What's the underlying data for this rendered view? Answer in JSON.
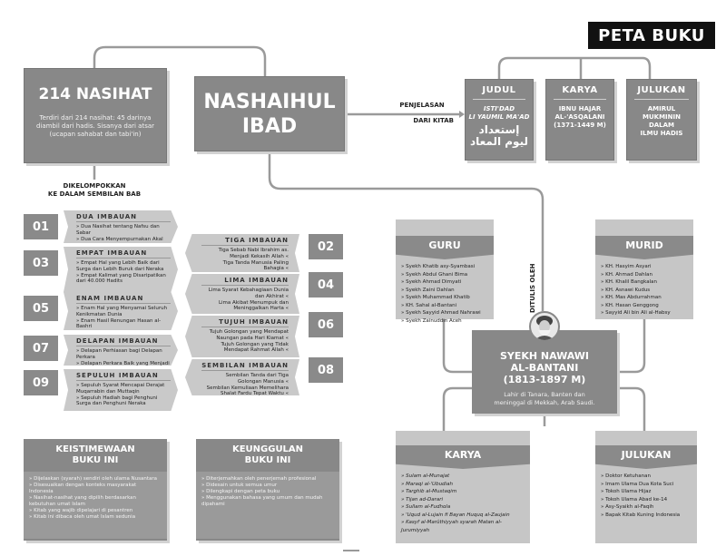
{
  "badge": "PETA BUKU",
  "main_214": {
    "title": "214 NASIHAT",
    "desc": "Terdiri dari 214 nasihat: 45 darinya diambil dari hadis. Sisanya dari atsar (ucapan sahabat dan tabi'in)"
  },
  "main_book": {
    "line1": "NASHAIHUL",
    "line2": "IBAD"
  },
  "penjelasan": {
    "line1": "PENJELASAN",
    "line2": "DARI KITAB"
  },
  "info_boxes": [
    {
      "title": "JUDUL",
      "sub1": "ISTI'DAD",
      "sub2": "LI YAUMIL MA'AD",
      "arabic": "إستعداد ليوم المعاد"
    },
    {
      "title": "KARYA",
      "sub1": "IBNU HAJAR",
      "sub2": "AL-'ASQALANI",
      "sub3": "(1371-1449 M)"
    },
    {
      "title": "JULUKAN",
      "sub1": "AMIRUL",
      "sub2": "MUKMININ",
      "sub3": "DALAM",
      "sub4": "ILMU HADIS"
    }
  ],
  "grouped": {
    "line1": "DIKELOMPOKKAN",
    "line2": "KE DALAM SEMBILAN BAB"
  },
  "chapters": [
    {
      "num": "01",
      "title": "DUA IMBAUAN",
      "items": [
        "» Dua Nasihat tentang Nafsu dan Sabar",
        "» Dua Cara Menyempurnakan Akal"
      ]
    },
    {
      "num": "02",
      "title": "TIGA IMBAUAN",
      "items": [
        "Tiga Sebab Nabi Ibrahim as. Menjadi Kekasih Allah «",
        "Tiga Tanda Manusia Paling Bahagia «"
      ]
    },
    {
      "num": "03",
      "title": "EMPAT IMBAUAN",
      "items": [
        "» Empat Hal yang Lebih Baik dari Surga dan Lebih Buruk dari Neraka",
        "» Empat Kalimat yang Disaripatikan dari 40.000 Hadits"
      ]
    },
    {
      "num": "04",
      "title": "LIMA IMBAUAN",
      "items": [
        "Lima Syarat Kebahagiaan Dunia dan Akhirat «",
        "Lima Akibat Menumpuk dan Meninggalkan Harta «"
      ]
    },
    {
      "num": "05",
      "title": "ENAM IMBAUAN",
      "items": [
        "» Enam Hal yang Menyamai Seluruh Kenikmatan Dunia",
        "» Enam Hasil Renungan Hasan al-Bashri"
      ]
    },
    {
      "num": "06",
      "title": "TUJUH IMBAUAN",
      "items": [
        "Tujuh Golongan yang Mendapat Naungan pada Hari Kiamat «",
        "Tujuh Golongan yang Tidak Mendapat Rahmat Allah «"
      ]
    },
    {
      "num": "07",
      "title": "DELAPAN IMBAUAN",
      "items": [
        "» Delapan Perhiasan bagi Delapan Perkara",
        "» Delapan Perkara Baik yang Menjadi Sia-sia"
      ]
    },
    {
      "num": "08",
      "title": "SEMBILAN IMBAUAN",
      "items": [
        "Sembilan Tanda dari Tiga Golongan Manusia «",
        "Sembilan Kemuliaan Memelihara Shalat Fardu Tepat Waktu «"
      ]
    },
    {
      "num": "09",
      "title": "SEPULUH IMBAUAN",
      "items": [
        "» Sepuluh Syarat Mencapai Derajat Muqarrabin dan Muttaqin",
        "» Sepuluh Hadiah bagi Penghuni Surga dan Penghuni Neraka"
      ]
    }
  ],
  "keistimewaan": {
    "title1": "KEISTIMEWAAN",
    "title2": "BUKU INI",
    "items": [
      "» Dijelaskan (syarah) sendiri oleh ulama Nusantara",
      "» Disesuaikan dengan konteks masyarakat Indonesia",
      "» Nasihat-nasihat yang dipilih berdasarkan kebutuhan umat Islam",
      "» Kitab yang wajib dipelajari di pesantren",
      "» Kitab ini dibaca oleh umat Islam sedunia"
    ]
  },
  "keunggulan": {
    "title1": "KEUNGGULAN",
    "title2": "BUKU INI",
    "items": [
      "» Diterjemahkan oleh penerjemah profesional",
      "» Didesain untuk semua umur",
      "» Dilengkapi dengan peta buku",
      "» Menggunakan bahasa yang umum dan mudah dipahami"
    ]
  },
  "guru": {
    "title": "GURU",
    "items": [
      "» Syekh Khatib asy-Syambasi",
      "» Syekh Abdul Ghani Bima",
      "» Syekh Ahmad Dimyati",
      "» Syekh Zaini Dahlan",
      "» Syekh Muhammad Khatib",
      "» KH. Sahal al-Bantani",
      "» Syekh Sayyid Ahmad Nahrawi",
      "» Syekh Zainuddin Aceh"
    ]
  },
  "murid": {
    "title": "MURID",
    "items": [
      "» KH. Hasyim Asyari",
      "» KH. Ahmad Dahlan",
      "» KH. Khalil Bangkalan",
      "» KH. Asnawi Kudus",
      "» KH. Mas Abdurrahman",
      "» KH. Hasan Genggong",
      "» Sayyid Ali bin Ali al-Habsy"
    ]
  },
  "ditulis_oleh": "DITULIS OLEH",
  "syekh": {
    "name1": "SYEKH NAWAWI",
    "name2": "AL-BANTANI",
    "years": "(1813-1897 M)",
    "desc1": "Lahir di Tanara, Banten dan",
    "desc2": "meninggal di Mekkah, Arab Saudi."
  },
  "karya": {
    "title": "KARYA",
    "items": [
      "» Sulam al-Munajat",
      "» Maraqi al-'Ubudiah",
      "» Targhib al-Mustaqim",
      "» Tijan ad-Darari",
      "» Sullam al-Fudhola",
      "» 'Uqud al-Lujain fi Bayan Huquq al-Zaujain",
      "» Kasyf al-Marûthiyyah syarah Matan al-Jurumiyyah"
    ]
  },
  "julukan": {
    "title": "JULUKAN",
    "items": [
      "» Doktor Ketuhanan",
      "» Imam Ulama Dua Kota Suci",
      "» Tokoh Ulama Hijaz",
      "» Tokoh Ulama Abad ke-14",
      "» Asy-Syaikh al-Faqih",
      "» Bapak Kitab Kuning Indonesia"
    ]
  }
}
